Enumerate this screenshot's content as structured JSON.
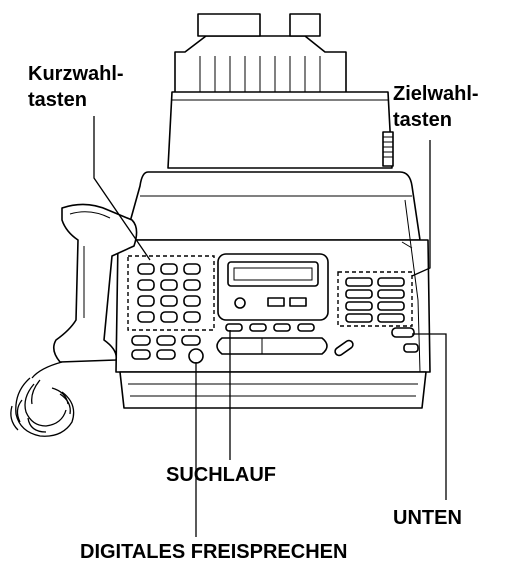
{
  "labels": {
    "speed_dial_l1": "Kurzwahl-",
    "speed_dial_l2": "tasten",
    "one_touch_l1": "Zielwahl-",
    "one_touch_l2": "tasten",
    "search": "SUCHLAUF",
    "down": "UNTEN",
    "digital_speakerphone": "DIGITALES FREISPRECHEN"
  }
}
